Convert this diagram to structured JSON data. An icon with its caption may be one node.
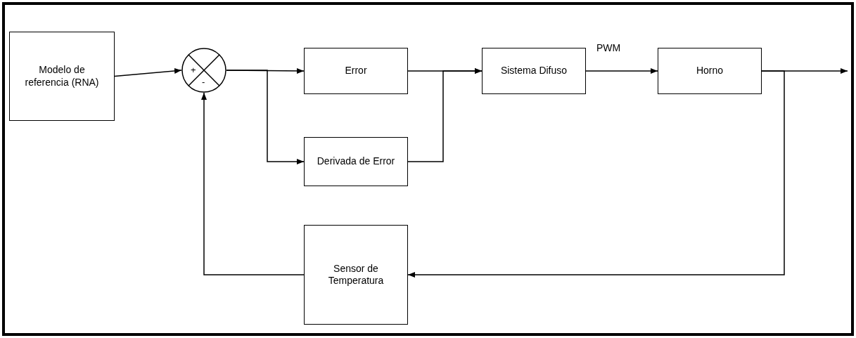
{
  "diagram": {
    "nodes": [
      {
        "text": [
          "Modelo de referencia (RNA)"
        ]
      },
      {
        "text": [
          "+",
          "-"
        ]
      },
      {
        "text": [
          "Error"
        ]
      },
      {
        "text": [
          "Derivada de Error"
        ]
      },
      {
        "text": [
          "Sistema Difuso"
        ]
      },
      {
        "text": [
          "Horno"
        ]
      },
      {
        "text": [
          "Sensor de Temperatura"
        ]
      }
    ],
    "edges": [
      {
        "from": 0,
        "to": 1,
        "arrow": "to"
      },
      {
        "from": 1,
        "to": 2,
        "arrow": "to"
      },
      {
        "from": 1,
        "to": 3,
        "arrow": "to"
      },
      {
        "from": 2,
        "to": 4,
        "arrow": "to"
      },
      {
        "from": 3,
        "to": 4,
        "arrow": "to"
      },
      {
        "from": 4,
        "to": 5,
        "arrow": "to",
        "label": "PWM"
      },
      {
        "from": 5,
        "to": null,
        "arrow": "to"
      },
      {
        "from": 5,
        "to": 6,
        "arrow": "to"
      },
      {
        "from": 6,
        "to": 1,
        "arrow": "to"
      }
    ]
  }
}
